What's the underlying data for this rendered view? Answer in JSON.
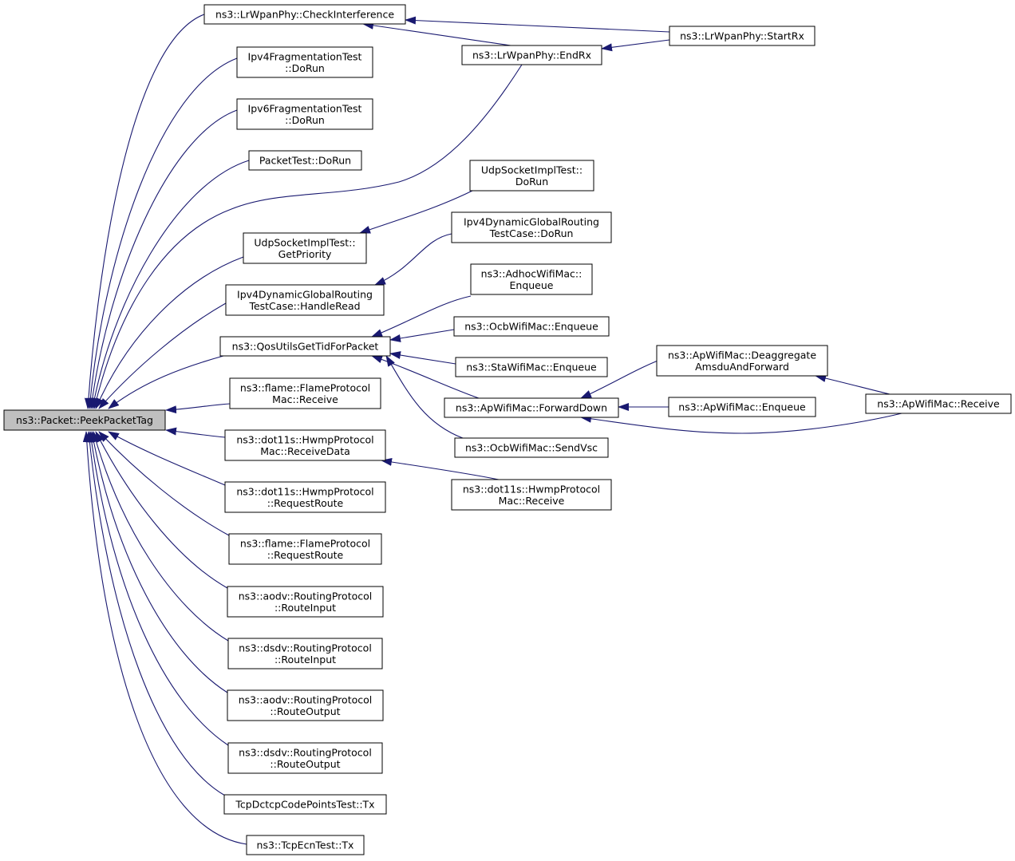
{
  "graph": {
    "edge_color": "#191970",
    "node_fill": "#ffffff",
    "root_fill": "#bfbfbf",
    "root_id": "n0",
    "nodes": [
      {
        "id": "n0",
        "lines": [
          "ns3::Packet::PeekPacketTag"
        ]
      },
      {
        "id": "n1",
        "lines": [
          "ns3::LrWpanPhy::CheckInterference"
        ]
      },
      {
        "id": "n2",
        "lines": [
          "Ipv4FragmentationTest",
          "::DoRun"
        ]
      },
      {
        "id": "n3",
        "lines": [
          "Ipv6FragmentationTest",
          "::DoRun"
        ]
      },
      {
        "id": "n4",
        "lines": [
          "PacketTest::DoRun"
        ]
      },
      {
        "id": "n5",
        "lines": [
          "UdpSocketImplTest::",
          "GetPriority"
        ]
      },
      {
        "id": "n6",
        "lines": [
          "Ipv4DynamicGlobalRouting",
          "TestCase::HandleRead"
        ]
      },
      {
        "id": "n7",
        "lines": [
          "ns3::QosUtilsGetTidForPacket"
        ]
      },
      {
        "id": "n8",
        "lines": [
          "ns3::flame::FlameProtocol",
          "Mac::Receive"
        ]
      },
      {
        "id": "n9",
        "lines": [
          "ns3::dot11s::HwmpProtocol",
          "Mac::ReceiveData"
        ]
      },
      {
        "id": "n10",
        "lines": [
          "ns3::dot11s::HwmpProtocol",
          "::RequestRoute"
        ]
      },
      {
        "id": "n11",
        "lines": [
          "ns3::flame::FlameProtocol",
          "::RequestRoute"
        ]
      },
      {
        "id": "n12",
        "lines": [
          "ns3::aodv::RoutingProtocol",
          "::RouteInput"
        ]
      },
      {
        "id": "n13",
        "lines": [
          "ns3::dsdv::RoutingProtocol",
          "::RouteInput"
        ]
      },
      {
        "id": "n14",
        "lines": [
          "ns3::aodv::RoutingProtocol",
          "::RouteOutput"
        ]
      },
      {
        "id": "n15",
        "lines": [
          "ns3::dsdv::RoutingProtocol",
          "::RouteOutput"
        ]
      },
      {
        "id": "n16",
        "lines": [
          "TcpDctcpCodePointsTest::Tx"
        ]
      },
      {
        "id": "n17",
        "lines": [
          "ns3::TcpEcnTest::Tx"
        ]
      },
      {
        "id": "n18",
        "lines": [
          "ns3::LrWpanPhy::EndRx"
        ]
      },
      {
        "id": "n19",
        "lines": [
          "UdpSocketImplTest::",
          "DoRun"
        ]
      },
      {
        "id": "n20",
        "lines": [
          "Ipv4DynamicGlobalRouting",
          "TestCase::DoRun"
        ]
      },
      {
        "id": "n21",
        "lines": [
          "ns3::AdhocWifiMac::",
          "Enqueue"
        ]
      },
      {
        "id": "n22",
        "lines": [
          "ns3::OcbWifiMac::Enqueue"
        ]
      },
      {
        "id": "n23",
        "lines": [
          "ns3::StaWifiMac::Enqueue"
        ]
      },
      {
        "id": "n24",
        "lines": [
          "ns3::ApWifiMac::ForwardDown"
        ]
      },
      {
        "id": "n25",
        "lines": [
          "ns3::OcbWifiMac::SendVsc"
        ]
      },
      {
        "id": "n26",
        "lines": [
          "ns3::dot11s::HwmpProtocol",
          "Mac::Receive"
        ]
      },
      {
        "id": "n27",
        "lines": [
          "ns3::LrWpanPhy::StartRx"
        ]
      },
      {
        "id": "n28",
        "lines": [
          "ns3::ApWifiMac::Deaggregate",
          "AmsduAndForward"
        ]
      },
      {
        "id": "n29",
        "lines": [
          "ns3::ApWifiMac::Enqueue"
        ]
      },
      {
        "id": "n30",
        "lines": [
          "ns3::ApWifiMac::Receive"
        ]
      }
    ],
    "edges": [
      {
        "from": "n1",
        "to": "n0"
      },
      {
        "from": "n2",
        "to": "n0"
      },
      {
        "from": "n3",
        "to": "n0"
      },
      {
        "from": "n4",
        "to": "n0"
      },
      {
        "from": "n5",
        "to": "n0"
      },
      {
        "from": "n6",
        "to": "n0"
      },
      {
        "from": "n7",
        "to": "n0"
      },
      {
        "from": "n8",
        "to": "n0"
      },
      {
        "from": "n9",
        "to": "n0"
      },
      {
        "from": "n10",
        "to": "n0"
      },
      {
        "from": "n11",
        "to": "n0"
      },
      {
        "from": "n12",
        "to": "n0"
      },
      {
        "from": "n13",
        "to": "n0"
      },
      {
        "from": "n14",
        "to": "n0"
      },
      {
        "from": "n15",
        "to": "n0"
      },
      {
        "from": "n16",
        "to": "n0"
      },
      {
        "from": "n17",
        "to": "n0"
      },
      {
        "from": "n18",
        "to": "n0"
      },
      {
        "from": "n18",
        "to": "n1"
      },
      {
        "from": "n27",
        "to": "n1"
      },
      {
        "from": "n27",
        "to": "n18"
      },
      {
        "from": "n19",
        "to": "n5"
      },
      {
        "from": "n20",
        "to": "n6"
      },
      {
        "from": "n21",
        "to": "n7"
      },
      {
        "from": "n22",
        "to": "n7"
      },
      {
        "from": "n23",
        "to": "n7"
      },
      {
        "from": "n24",
        "to": "n7"
      },
      {
        "from": "n25",
        "to": "n7"
      },
      {
        "from": "n28",
        "to": "n24"
      },
      {
        "from": "n29",
        "to": "n24"
      },
      {
        "from": "n30",
        "to": "n24"
      },
      {
        "from": "n30",
        "to": "n28"
      },
      {
        "from": "n26",
        "to": "n9"
      }
    ]
  }
}
